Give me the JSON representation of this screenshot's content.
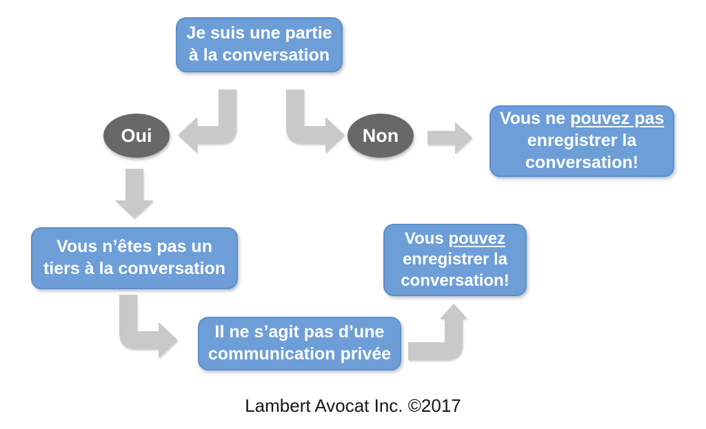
{
  "colors": {
    "box_fill": "#6D9ED7",
    "box_border": "#5C8EC9",
    "box_text": "#FFFFFF",
    "ellipse_fill": "#686868",
    "arrow_fill": "#C9C9C9",
    "footer_text": "#151515"
  },
  "nodes": {
    "start": {
      "line1": "Je suis une partie",
      "line2": "à la conversation"
    },
    "oui": {
      "label": "Oui"
    },
    "non": {
      "label": "Non"
    },
    "cannot_record": {
      "line1_prefix": "Vous ne ",
      "line1_underline": "pouvez pas",
      "line2": "enregistrer la",
      "line3": "conversation!"
    },
    "not_third_party": {
      "line1": "Vous n’êtes pas un",
      "line2": "tiers à la conversation"
    },
    "not_private": {
      "line1": "Il ne s’agit pas d’une",
      "line2": "communication privée"
    },
    "can_record": {
      "line1_prefix": "Vous ",
      "line1_underline": "pouvez",
      "line2": "enregistrer la",
      "line3": "conversation!"
    }
  },
  "footer": {
    "credit": "Lambert Avocat Inc. ©2017"
  }
}
